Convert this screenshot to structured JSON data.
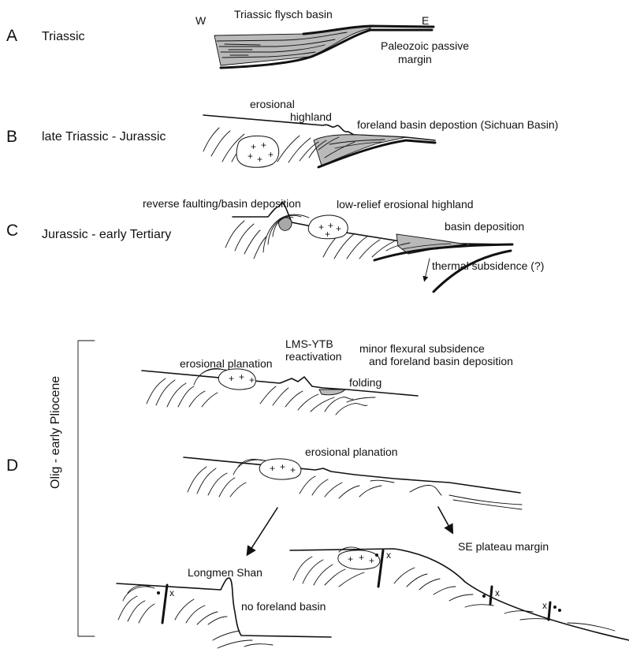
{
  "panels": [
    {
      "letter": "A",
      "period": "Triassic"
    },
    {
      "letter": "B",
      "period": "late Triassic - Jurassic"
    },
    {
      "letter": "C",
      "period": "Jurassic - early Tertiary"
    },
    {
      "letter": "D",
      "period": "Olig - early Pliocene"
    }
  ],
  "panel_a": {
    "west": "W",
    "east": "E",
    "basin": "Triassic flysch basin",
    "margin_line1": "Paleozoic passive",
    "margin_line2": "margin"
  },
  "panel_b": {
    "highland_line1": "erosional",
    "highland_line2": "highland",
    "foreland": "foreland basin depostion (Sichuan Basin)"
  },
  "panel_c": {
    "reverse": "reverse faulting/basin deposition",
    "lowrelief": "low-relief erosional highland",
    "basin": "basin deposition",
    "thermal": "thermal subsidence (?)"
  },
  "panel_d": {
    "planation1": "erosional planation",
    "lms_line1": "LMS-YTB",
    "lms_line2": "reactivation",
    "flex_line1": "minor flexural subsidence",
    "flex_line2": "and foreland basin deposition",
    "folding": "folding",
    "planation2": "erosional planation",
    "se_margin": "SE plateau margin",
    "longmen": "Longmen Shan",
    "no_foreland": "no foreland basin",
    "fault_mark": "x"
  }
}
